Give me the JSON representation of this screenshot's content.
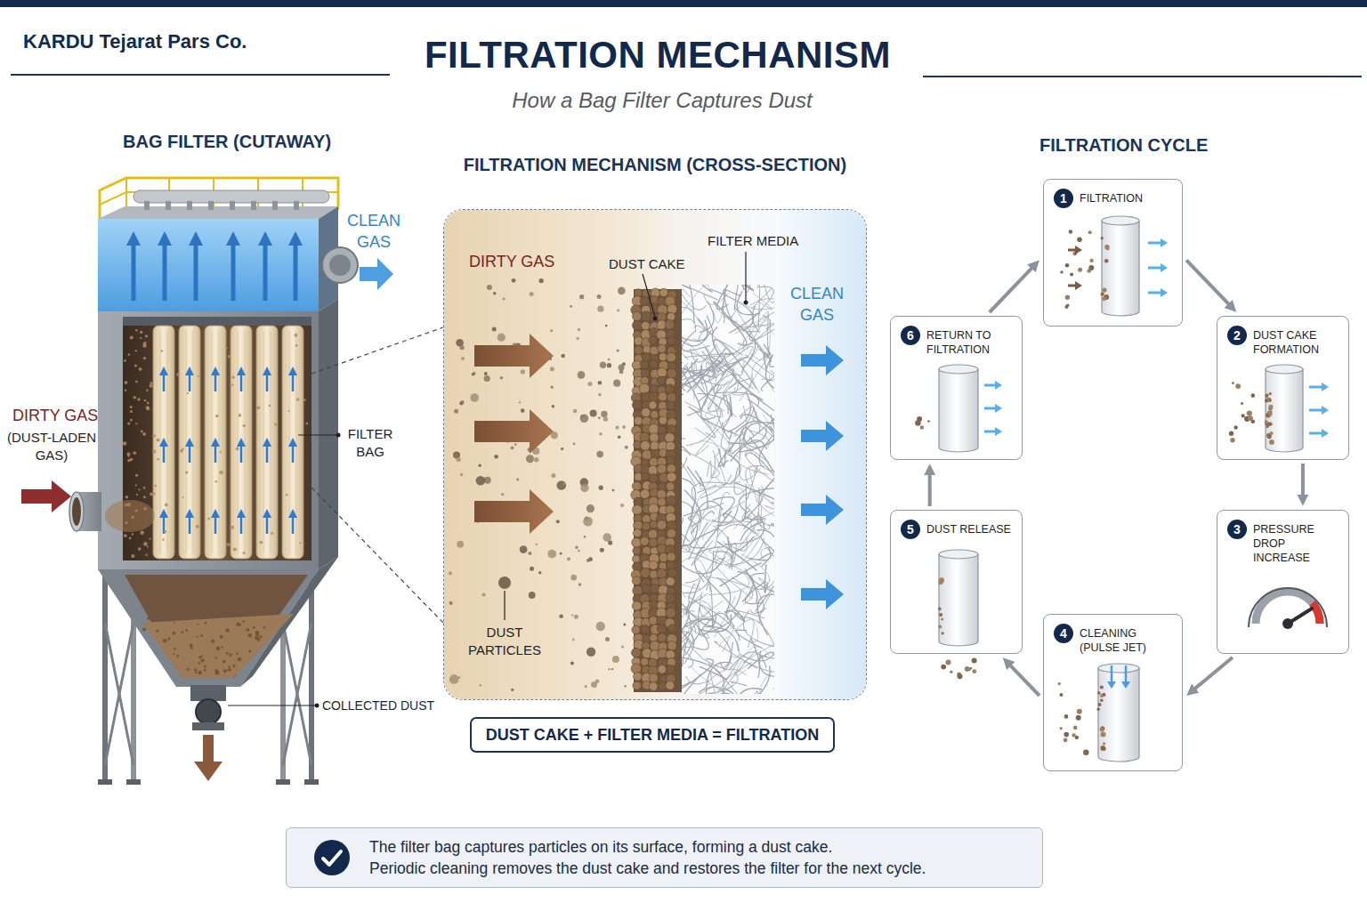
{
  "diagram": {
    "title": "FILTRATION MECHANISM",
    "nodes": [
      {
        "text": [
          "FILTRATION MECHANISM (CROSS-SECTION)"
        ]
      },
      {
        "text": [
          "DUST CAKE + FILTER MEDIA = FILTRATION"
        ]
      },
      {
        "text": [
          "1",
          "FILTRATION"
        ]
      },
      {
        "text": [
          "2",
          "DUST CAKE FORMATION"
        ]
      },
      {
        "text": [
          "3",
          "PRESSURE DROP INCREASE"
        ]
      },
      {
        "text": [
          "4",
          "CLEANING (PULSE JET)"
        ]
      },
      {
        "text": [
          "5",
          "DUST RELEASE"
        ]
      },
      {
        "text": [
          "6",
          "RETURN TO FILTRATION"
        ]
      },
      {
        "text": [
          "The filter bag captures particles on its surface, forming a dust cake.",
          "Periodic cleaning removes the dust cake and restores the filter for the next cycle."
        ]
      }
    ],
    "edges": [
      {
        "from": 2,
        "to": 3,
        "arrow": "to"
      },
      {
        "from": 3,
        "to": 4,
        "arrow": "to"
      },
      {
        "from": 4,
        "to": 5,
        "arrow": "to"
      },
      {
        "from": 5,
        "to": 6,
        "arrow": "to"
      },
      {
        "from": 6,
        "to": 7,
        "arrow": "to"
      },
      {
        "from": 7,
        "to": 2,
        "arrow": "to"
      }
    ],
    "labels": [
      "KARDU Tejarat Pars Co.",
      "How a Bag Filter Captures Dust",
      "BAG FILTER (CUTAWAY)",
      "CLEAN GAS",
      "DIRTY GAS",
      "(DUST-LADEN GAS)",
      "FILTER BAG",
      "COLLECTED DUST",
      "DIRTY GAS",
      "DUST CAKE",
      "FILTER MEDIA",
      "CLEAN GAS",
      "DUST PARTICLES",
      "FILTRATION CYCLE"
    ]
  }
}
